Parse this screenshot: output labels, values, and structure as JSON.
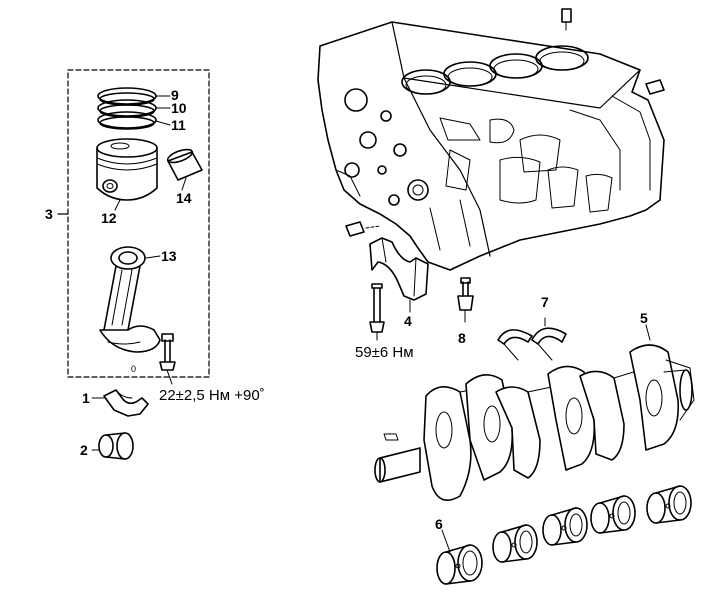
{
  "diagram": {
    "callouts": {
      "c1": "1",
      "c2": "2",
      "c3": "3",
      "c4": "4",
      "c5": "5",
      "c6": "6",
      "c7": "7",
      "c8": "8",
      "c9": "9",
      "c10": "10",
      "c11": "11",
      "c12": "12",
      "c13": "13",
      "c14": "14"
    },
    "torques": {
      "rod_bolt": "22±2,5 Нм +90˚",
      "main_cap_bolt": "59±6 Нм"
    },
    "colors": {
      "line": "#000000",
      "paper": "#ffffff",
      "shade": "#e6e6e6"
    }
  }
}
